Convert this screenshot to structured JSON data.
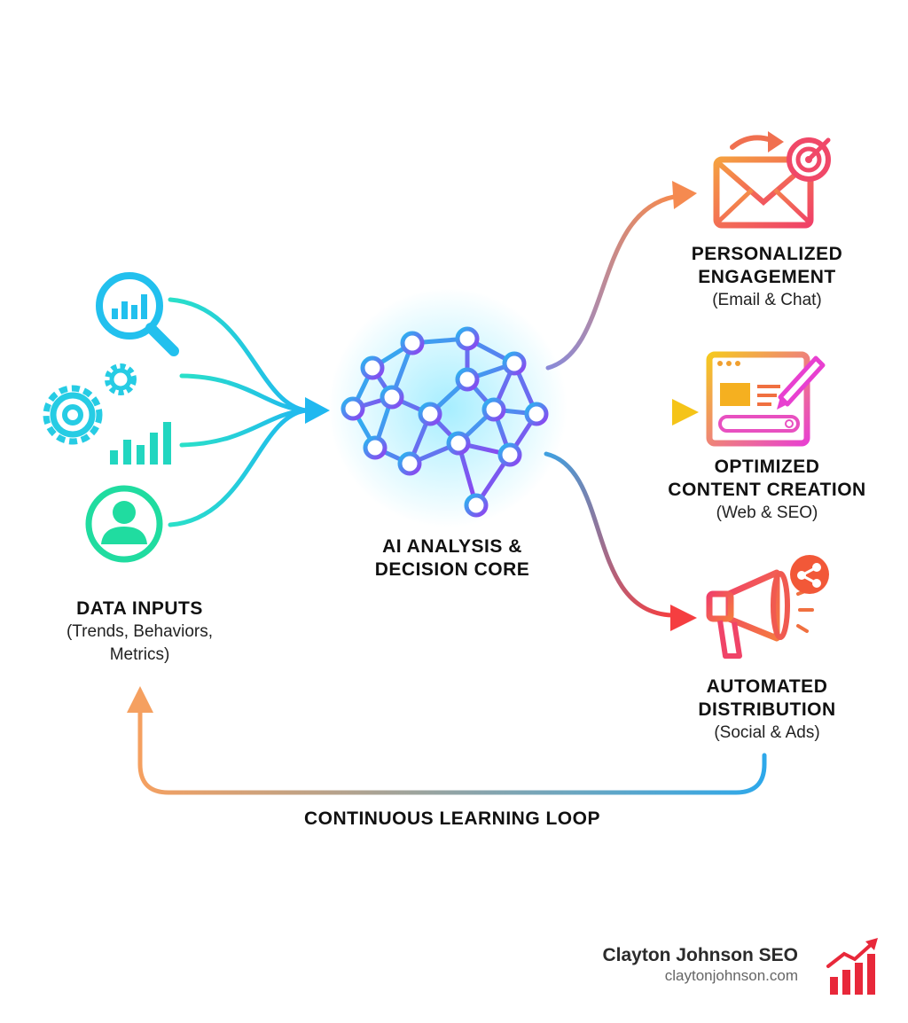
{
  "nodes": {
    "data_inputs": {
      "title": "DATA INPUTS",
      "subtitle_1": "(Trends, Behaviors,",
      "subtitle_2": "Metrics)"
    },
    "core": {
      "title_1": "AI ANALYSIS &",
      "title_2": "DECISION CORE"
    },
    "engagement": {
      "title_1": "PERSONALIZED",
      "title_2": "ENGAGEMENT",
      "subtitle": "(Email & Chat)"
    },
    "content": {
      "title_1": "OPTIMIZED",
      "title_2": "CONTENT CREATION",
      "subtitle": "(Web & SEO)"
    },
    "distribution": {
      "title_1": "AUTOMATED",
      "title_2": "DISTRIBUTION",
      "subtitle": "(Social & Ads)"
    }
  },
  "loop_label": "CONTINUOUS LEARNING LOOP",
  "brand": {
    "name": "Clayton Johnson SEO",
    "url": "claytonjohnson.com"
  },
  "icons": [
    "analytics-search-icon",
    "gears-icon",
    "bar-chart-icon",
    "user-icon",
    "neural-network-brain-icon",
    "email-target-icon",
    "web-content-edit-icon",
    "megaphone-share-icon",
    "brand-chart-icon"
  ],
  "colors": {
    "cyan": "#1ec8e8",
    "teal": "#20d8a8",
    "purple": "#7a4cf0",
    "magenta": "#f03cc8",
    "orange": "#f5a060",
    "red": "#f0405a",
    "yellow": "#f5c418",
    "blue": "#3aa6e8"
  }
}
